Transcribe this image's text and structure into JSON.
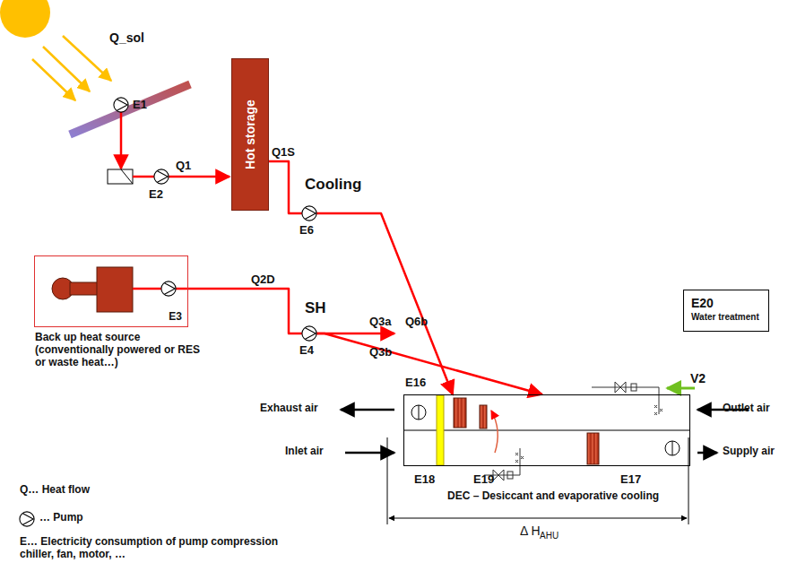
{
  "diagram": {
    "nodes": [
      {
        "text": [
          "Hot storage"
        ]
      },
      {
        "text": [
          "E3",
          "Back up heat source (conventionally powered or RES or waste heat…)"
        ]
      },
      {
        "text": [
          "E20",
          "Water treatment"
        ]
      },
      {
        "text": [
          "DEC – Desiccant and evaporative cooling"
        ]
      }
    ],
    "edges": [
      {
        "from": 0,
        "to": 3,
        "arrow": "to",
        "label": "Q1S"
      },
      {
        "from": 1,
        "to": 3,
        "arrow": "to",
        "label": "Q2D"
      }
    ],
    "labels": [
      "Q_sol",
      "E1",
      "E2",
      "Q1",
      "Cooling",
      "E6",
      "Q6b",
      "SH",
      "E4",
      "Q3a",
      "Q3b",
      "E16",
      "E17",
      "E18",
      "E19",
      "V2",
      "Exhaust air",
      "Inlet air",
      "Outlet air",
      "Supply air",
      "Δ H",
      "AHU",
      "Q… Heat flow",
      "E… Electricity consumption of pump compression chiller, fan, motor, …"
    ],
    "legend": [
      {
        "text": "… Pump"
      }
    ]
  }
}
